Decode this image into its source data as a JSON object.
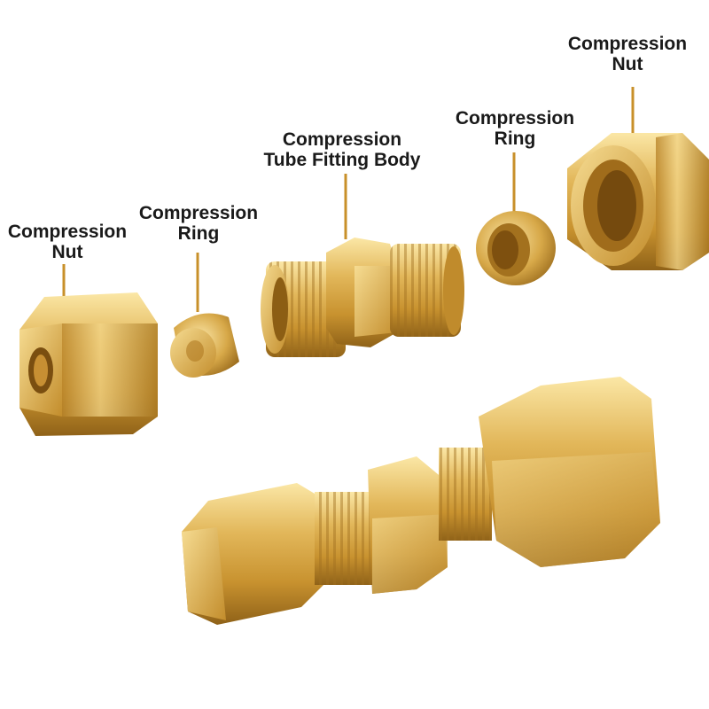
{
  "colors": {
    "brass_light": "#f3d98a",
    "brass_mid": "#d4a84a",
    "brass_dark": "#9c6d1c",
    "leader_line": "#c8902a"
  },
  "labels": {
    "nut_left": {
      "line1": "Compression",
      "line2": "Nut"
    },
    "ring_left": {
      "line1": "Compression",
      "line2": "Ring"
    },
    "body": {
      "line1": "Compression",
      "line2": "Tube Fitting Body"
    },
    "ring_right": {
      "line1": "Compression",
      "line2": "Ring"
    },
    "nut_right": {
      "line1": "Compression",
      "line2": "Nut"
    }
  }
}
